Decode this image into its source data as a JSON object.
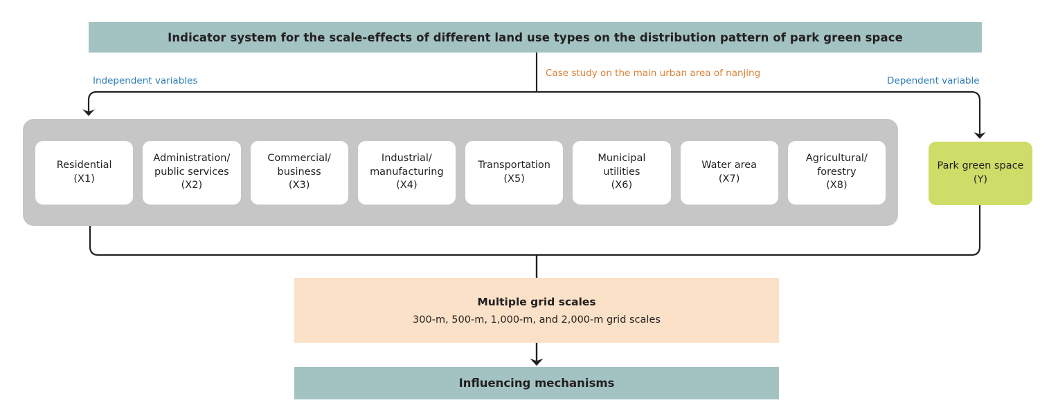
{
  "diagram": {
    "title": "Indicator system for the scale-effects of different land use types on the distribution pattern of park green space",
    "captions": {
      "independent": "Independent variables",
      "dependent": "Dependent variable",
      "case_study": "Case study on the main urban area of nanjing"
    },
    "independent_variables": [
      {
        "name": "Residential",
        "code": "(X1)"
      },
      {
        "name": "Administration/\npublic services",
        "code": "(X2)"
      },
      {
        "name": "Commercial/\nbusiness",
        "code": "(X3)"
      },
      {
        "name": "Industrial/\nmanufacturing",
        "code": "(X4)"
      },
      {
        "name": "Transportation",
        "code": "(X5)"
      },
      {
        "name": "Municipal\nutilities",
        "code": "(X6)"
      },
      {
        "name": "Water area",
        "code": "(X7)"
      },
      {
        "name": "Agricultural/\nforestry",
        "code": "(X8)"
      }
    ],
    "dependent_variable": {
      "name": "Park green space",
      "code": "(Y)"
    },
    "grid_scales": {
      "heading": "Multiple grid scales",
      "detail": "300-m, 500-m, 1,000-m, and 2,000-m grid scales"
    },
    "outcome": "Influencing mechanisms",
    "colors": {
      "bar": "#a3c2c2",
      "container": "#c6c6c6",
      "box": "#ffffff",
      "dependent": "#cedc68",
      "grid": "#fae1c8",
      "caption_blue": "#2e7eb8",
      "caption_orange": "#d98236",
      "connector": "#231f20"
    }
  }
}
